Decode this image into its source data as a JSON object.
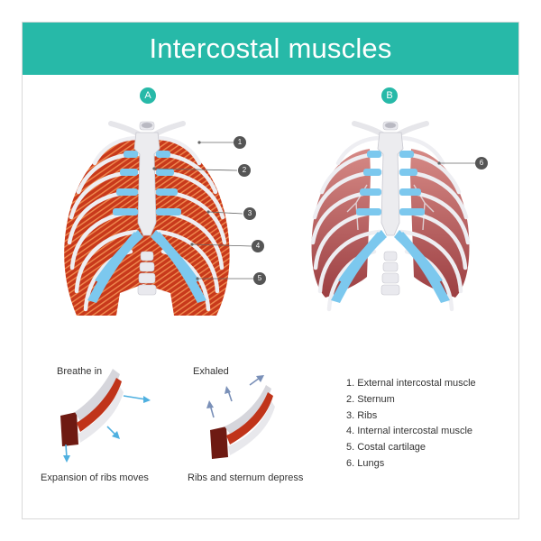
{
  "title": "Intercostal muscles",
  "panels": {
    "a": "A",
    "b": "B"
  },
  "callouts": {
    "c1": "1",
    "c2": "2",
    "c3": "3",
    "c4": "4",
    "c5": "5",
    "c6": "6"
  },
  "breathing": {
    "inhale_label": "Breathe in",
    "inhale_caption": "Expansion of ribs moves",
    "exhale_label": "Exhaled",
    "exhale_caption": "Ribs and sternum depress"
  },
  "legend": [
    "1. External intercostal muscle",
    "2. Sternum",
    "3. Ribs",
    "4. Internal intercostal muscle",
    "5. Costal cartilage",
    "6. Lungs"
  ],
  "colors": {
    "header": "#27b9a8",
    "bone": "#ececef",
    "cartilage": "#7cc8ee",
    "muscle": "#c0341a",
    "lung": "#b45a5a",
    "arrow": "#4fb0e0"
  }
}
